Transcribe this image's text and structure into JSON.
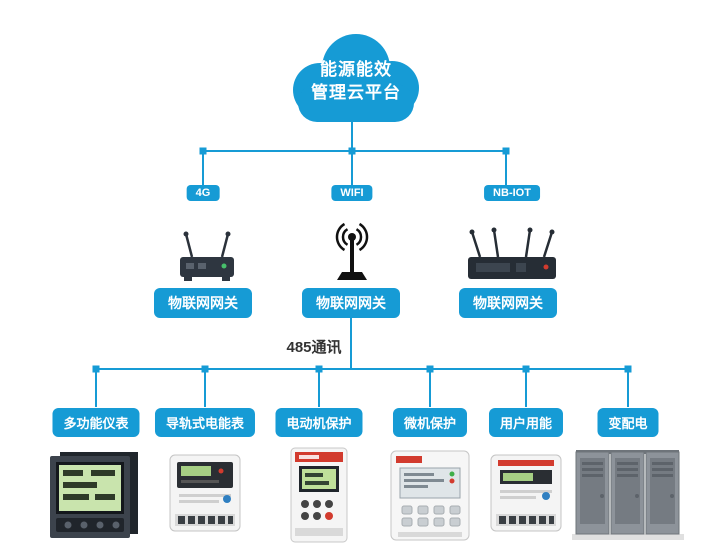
{
  "colors": {
    "accent": "#169bd5",
    "bus_text": "#333333"
  },
  "cloud": {
    "line1": "能源能效",
    "line2": "管理云平台"
  },
  "gateways": [
    {
      "badge": "4G",
      "label": "物联网网关"
    },
    {
      "badge": "WIFI",
      "label": "物联网网关"
    },
    {
      "badge": "NB-IOT",
      "label": "物联网网关"
    }
  ],
  "bus": {
    "label": "485通讯"
  },
  "devices": [
    {
      "label": "多功能仪表"
    },
    {
      "label": "导轨式电能表"
    },
    {
      "label": "电动机保护"
    },
    {
      "label": "微机保护"
    },
    {
      "label": "用户用能"
    },
    {
      "label": "变配电"
    }
  ]
}
